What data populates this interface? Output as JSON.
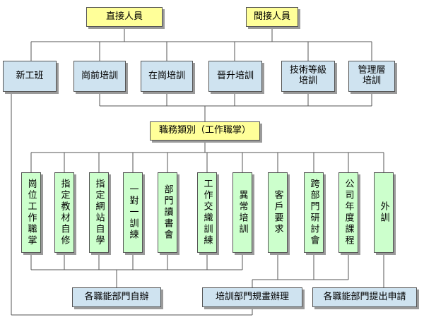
{
  "top": {
    "direct": "直接人員",
    "indirect": "間接人員"
  },
  "level2": [
    "新工班",
    "崗前培訓",
    "在崗培訓",
    "晉升培訓",
    "技術等級\n培訓",
    "管理層\n培訓"
  ],
  "center": "職務類別（工作職掌）",
  "methods": [
    "崗位工作職掌",
    "指定教材自修",
    "指定網站自學",
    "一對一訓練",
    "部門讀書會",
    "工作交織訓練",
    "異常培訓",
    "客戶要求",
    "跨部門研討會",
    "公司年度課程",
    "外訓"
  ],
  "bottom": {
    "self": "各職能部門自辦",
    "training": "培訓部門規畫辦理",
    "external": "各職能部門提出申請"
  },
  "colors": {
    "yellow": "#ffff99",
    "blue": "#cfe3f0",
    "green": "#ccffcc",
    "line": "#555555"
  }
}
